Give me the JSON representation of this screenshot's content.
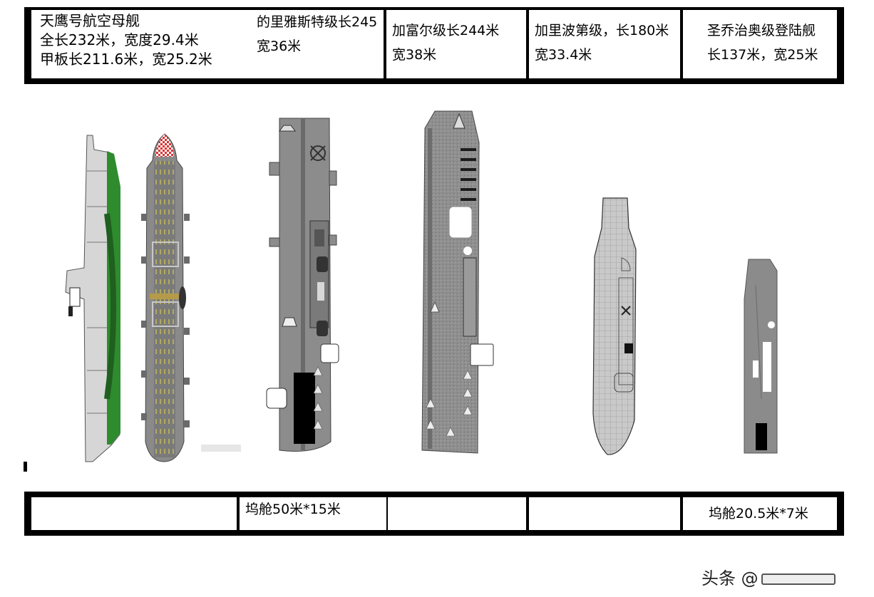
{
  "specs": [
    {
      "name": "天鹰号航空母舰",
      "line1": "全长232米，宽度29.4米",
      "line2": "甲板长211.6米，宽25.2米"
    },
    {
      "name": "的里雅斯特级长245",
      "line1": "宽36米"
    },
    {
      "name": "加富尔级长244米",
      "line1": "宽38米"
    },
    {
      "name": "加里波第级，长180米",
      "line1": "宽33.4米"
    },
    {
      "name": "圣乔治奥级登陆舰",
      "line1": "长137米，宽25米"
    }
  ],
  "docks": [
    "",
    "坞舱50米*15米",
    "",
    "",
    "坞舱20.5米*7米"
  ],
  "watermark": "头条 @"
}
